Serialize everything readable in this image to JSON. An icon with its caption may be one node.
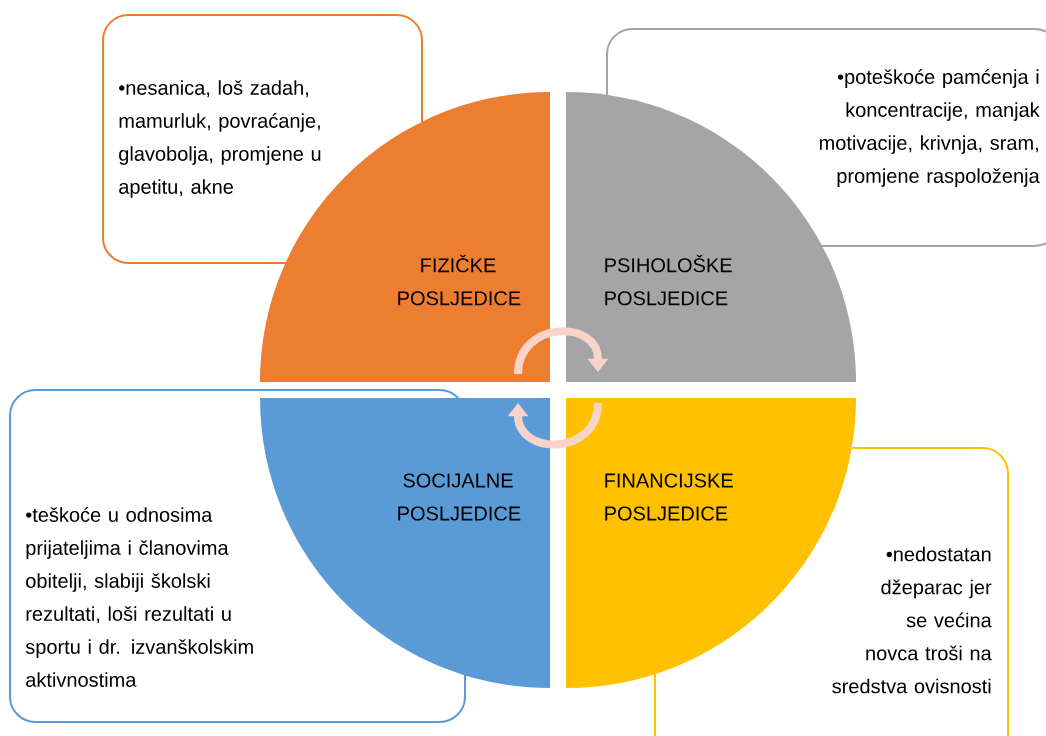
{
  "diagram": {
    "nodes": [
      {
        "text": [
          "•nesanica, loš zadah, mamurluk, povraćanje, glavobolja, promjene u apetitu, akne"
        ]
      },
      {
        "text": [
          "•poteškoće pamćenja i koncentracije, manjak motivacije, krivnja, sram, promjene raspoloženja"
        ]
      },
      {
        "text": [
          "FIZIČKE POSLJEDICE"
        ]
      },
      {
        "text": [
          "PSIHOLOŠKE POSLJEDICE"
        ]
      },
      {
        "text": [
          "•teškoće u odnosima prijateljima i članovima obitelji, slabiji školski rezultati, loši rezultati u sportu i dr. izvanškolskim aktivnostima"
        ]
      },
      {
        "text": [
          "SOCIJALNE POSLJEDICE"
        ]
      },
      {
        "text": [
          "FINANCIJSKE POSLJEDICE"
        ]
      },
      {
        "text": [
          "•nedostatan džeparac jer se većina novca troši na sredstva ovisnosti"
        ]
      }
    ],
    "edges": [
      {
        "from": 2,
        "to": 3,
        "arrow": "to"
      },
      {
        "from": 6,
        "to": 5,
        "arrow": "to"
      }
    ]
  }
}
